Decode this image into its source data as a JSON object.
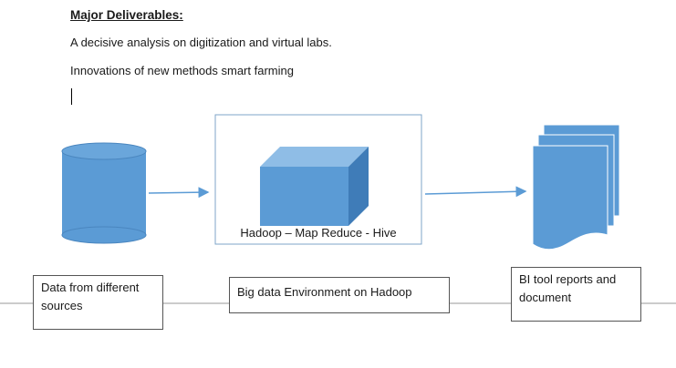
{
  "heading": "Major Deliverables:",
  "lines": [
    "A decisive analysis on digitization and virtual labs.",
    "Innovations of new methods smart farming"
  ],
  "diagram": {
    "stages": [
      {
        "id": "source",
        "caption": "Data from different sources"
      },
      {
        "id": "hadoop",
        "caption": "Big data Environment on Hadoop",
        "inner_label": "Hadoop – Map Reduce - Hive"
      },
      {
        "id": "reports",
        "caption": "BI tool reports and document"
      }
    ],
    "colors": {
      "fill": "#5b9bd5",
      "fill_dark": "#3f7cb8",
      "fill_light": "#8fbde6",
      "arrow": "#5b9bd5",
      "frame": "#7fa6c9"
    }
  }
}
